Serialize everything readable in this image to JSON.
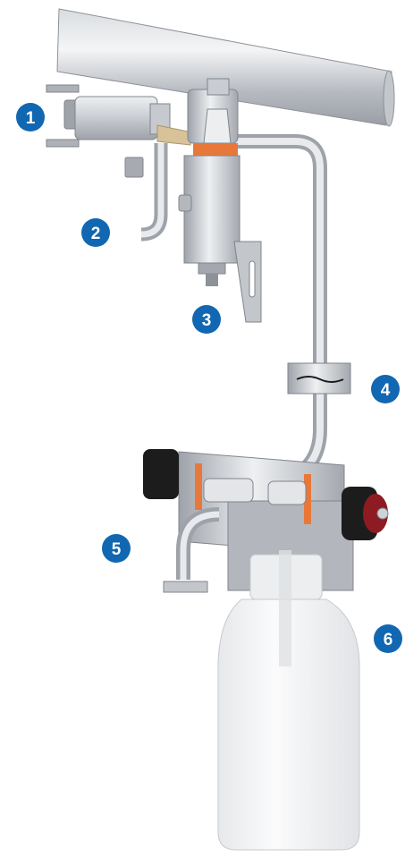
{
  "colors": {
    "marker_fill": "#1167b1",
    "marker_text": "#ffffff",
    "steel_light": "#e2e4e7",
    "steel_mid": "#b9bdc3",
    "steel_dark": "#8d9198",
    "orange_seal": "#e8783a",
    "black_knob": "#1c1c1c",
    "red_knob": "#8e1b22",
    "tan_nozzle": "#d8c29a",
    "bottle": "#f3f4f5"
  },
  "markers": [
    {
      "id": "1",
      "label": "1"
    },
    {
      "id": "2",
      "label": "2"
    },
    {
      "id": "3",
      "label": "3"
    },
    {
      "id": "4",
      "label": "4"
    },
    {
      "id": "5",
      "label": "5"
    },
    {
      "id": "6",
      "label": "6"
    }
  ],
  "icons": {
    "pipe": "main-pipe-icon",
    "actuator": "actuator-icon",
    "filter": "filter-housing-icon",
    "clamp": "clamp-icon",
    "valve_block": "valve-block-icon",
    "bottle": "sample-bottle-icon"
  }
}
